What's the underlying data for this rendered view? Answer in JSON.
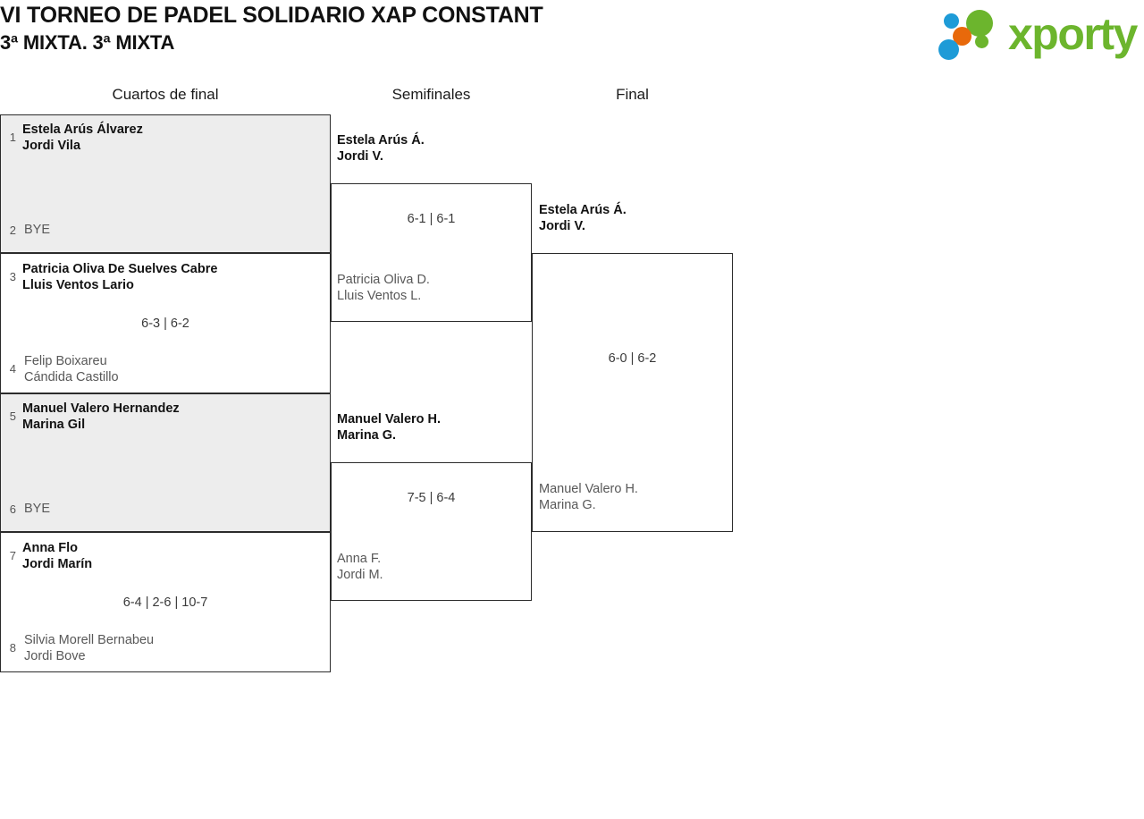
{
  "header": {
    "title": "VI TORNEO DE PADEL SOLIDARIO XAP CONSTANT",
    "subtitle": "3ª MIXTA. 3ª MIXTA",
    "logo_text": "xporty",
    "logo_colors": {
      "green": "#6cb52d",
      "blue": "#1e9bd7",
      "orange": "#e8690b"
    }
  },
  "rounds": [
    {
      "label": "Cuartos de final"
    },
    {
      "label": "Semifinales"
    },
    {
      "label": "Final"
    }
  ],
  "quarterfinals": [
    {
      "seed_top": "1",
      "top_line1": "Estela Arús Álvarez",
      "top_line2": "Jordi Vila",
      "top_result": "win",
      "seed_bottom": "2",
      "bottom_line1": "BYE",
      "bottom_line2": "",
      "bottom_result": "bye",
      "score": ""
    },
    {
      "seed_top": "3",
      "top_line1": "Patricia Oliva De Suelves Cabre",
      "top_line2": "Lluis Ventos Lario",
      "top_result": "win",
      "seed_bottom": "4",
      "bottom_line1": "Felip Boixareu",
      "bottom_line2": "Cándida Castillo",
      "bottom_result": "lose",
      "score": "6-3 | 6-2"
    },
    {
      "seed_top": "5",
      "top_line1": "Manuel Valero Hernandez",
      "top_line2": "Marina Gil",
      "top_result": "win",
      "seed_bottom": "6",
      "bottom_line1": "BYE",
      "bottom_line2": "",
      "bottom_result": "bye",
      "score": ""
    },
    {
      "seed_top": "7",
      "top_line1": "Anna Flo",
      "top_line2": "Jordi Marín",
      "top_result": "win",
      "seed_bottom": "8",
      "bottom_line1": "Silvia Morell Bernabeu",
      "bottom_line2": "Jordi Bove",
      "bottom_result": "lose",
      "score": "6-4 | 2-6 | 10-7"
    }
  ],
  "semifinals": [
    {
      "top_line1": "Estela Arús Á.",
      "top_line2": "Jordi V.",
      "top_result": "win",
      "bottom_line1": "Patricia Oliva D.",
      "bottom_line2": "Lluis Ventos L.",
      "bottom_result": "lose",
      "score": "6-1 | 6-1"
    },
    {
      "top_line1": "Manuel Valero H.",
      "top_line2": "Marina G.",
      "top_result": "win",
      "bottom_line1": "Anna F.",
      "bottom_line2": "Jordi M.",
      "bottom_result": "lose",
      "score": "7-5 | 6-4"
    }
  ],
  "final": {
    "top_line1": "Estela Arús Á.",
    "top_line2": "Jordi V.",
    "top_result": "win",
    "bottom_line1": "Manuel Valero H.",
    "bottom_line2": "Marina G.",
    "bottom_result": "lose",
    "score": "6-0 | 6-2"
  }
}
